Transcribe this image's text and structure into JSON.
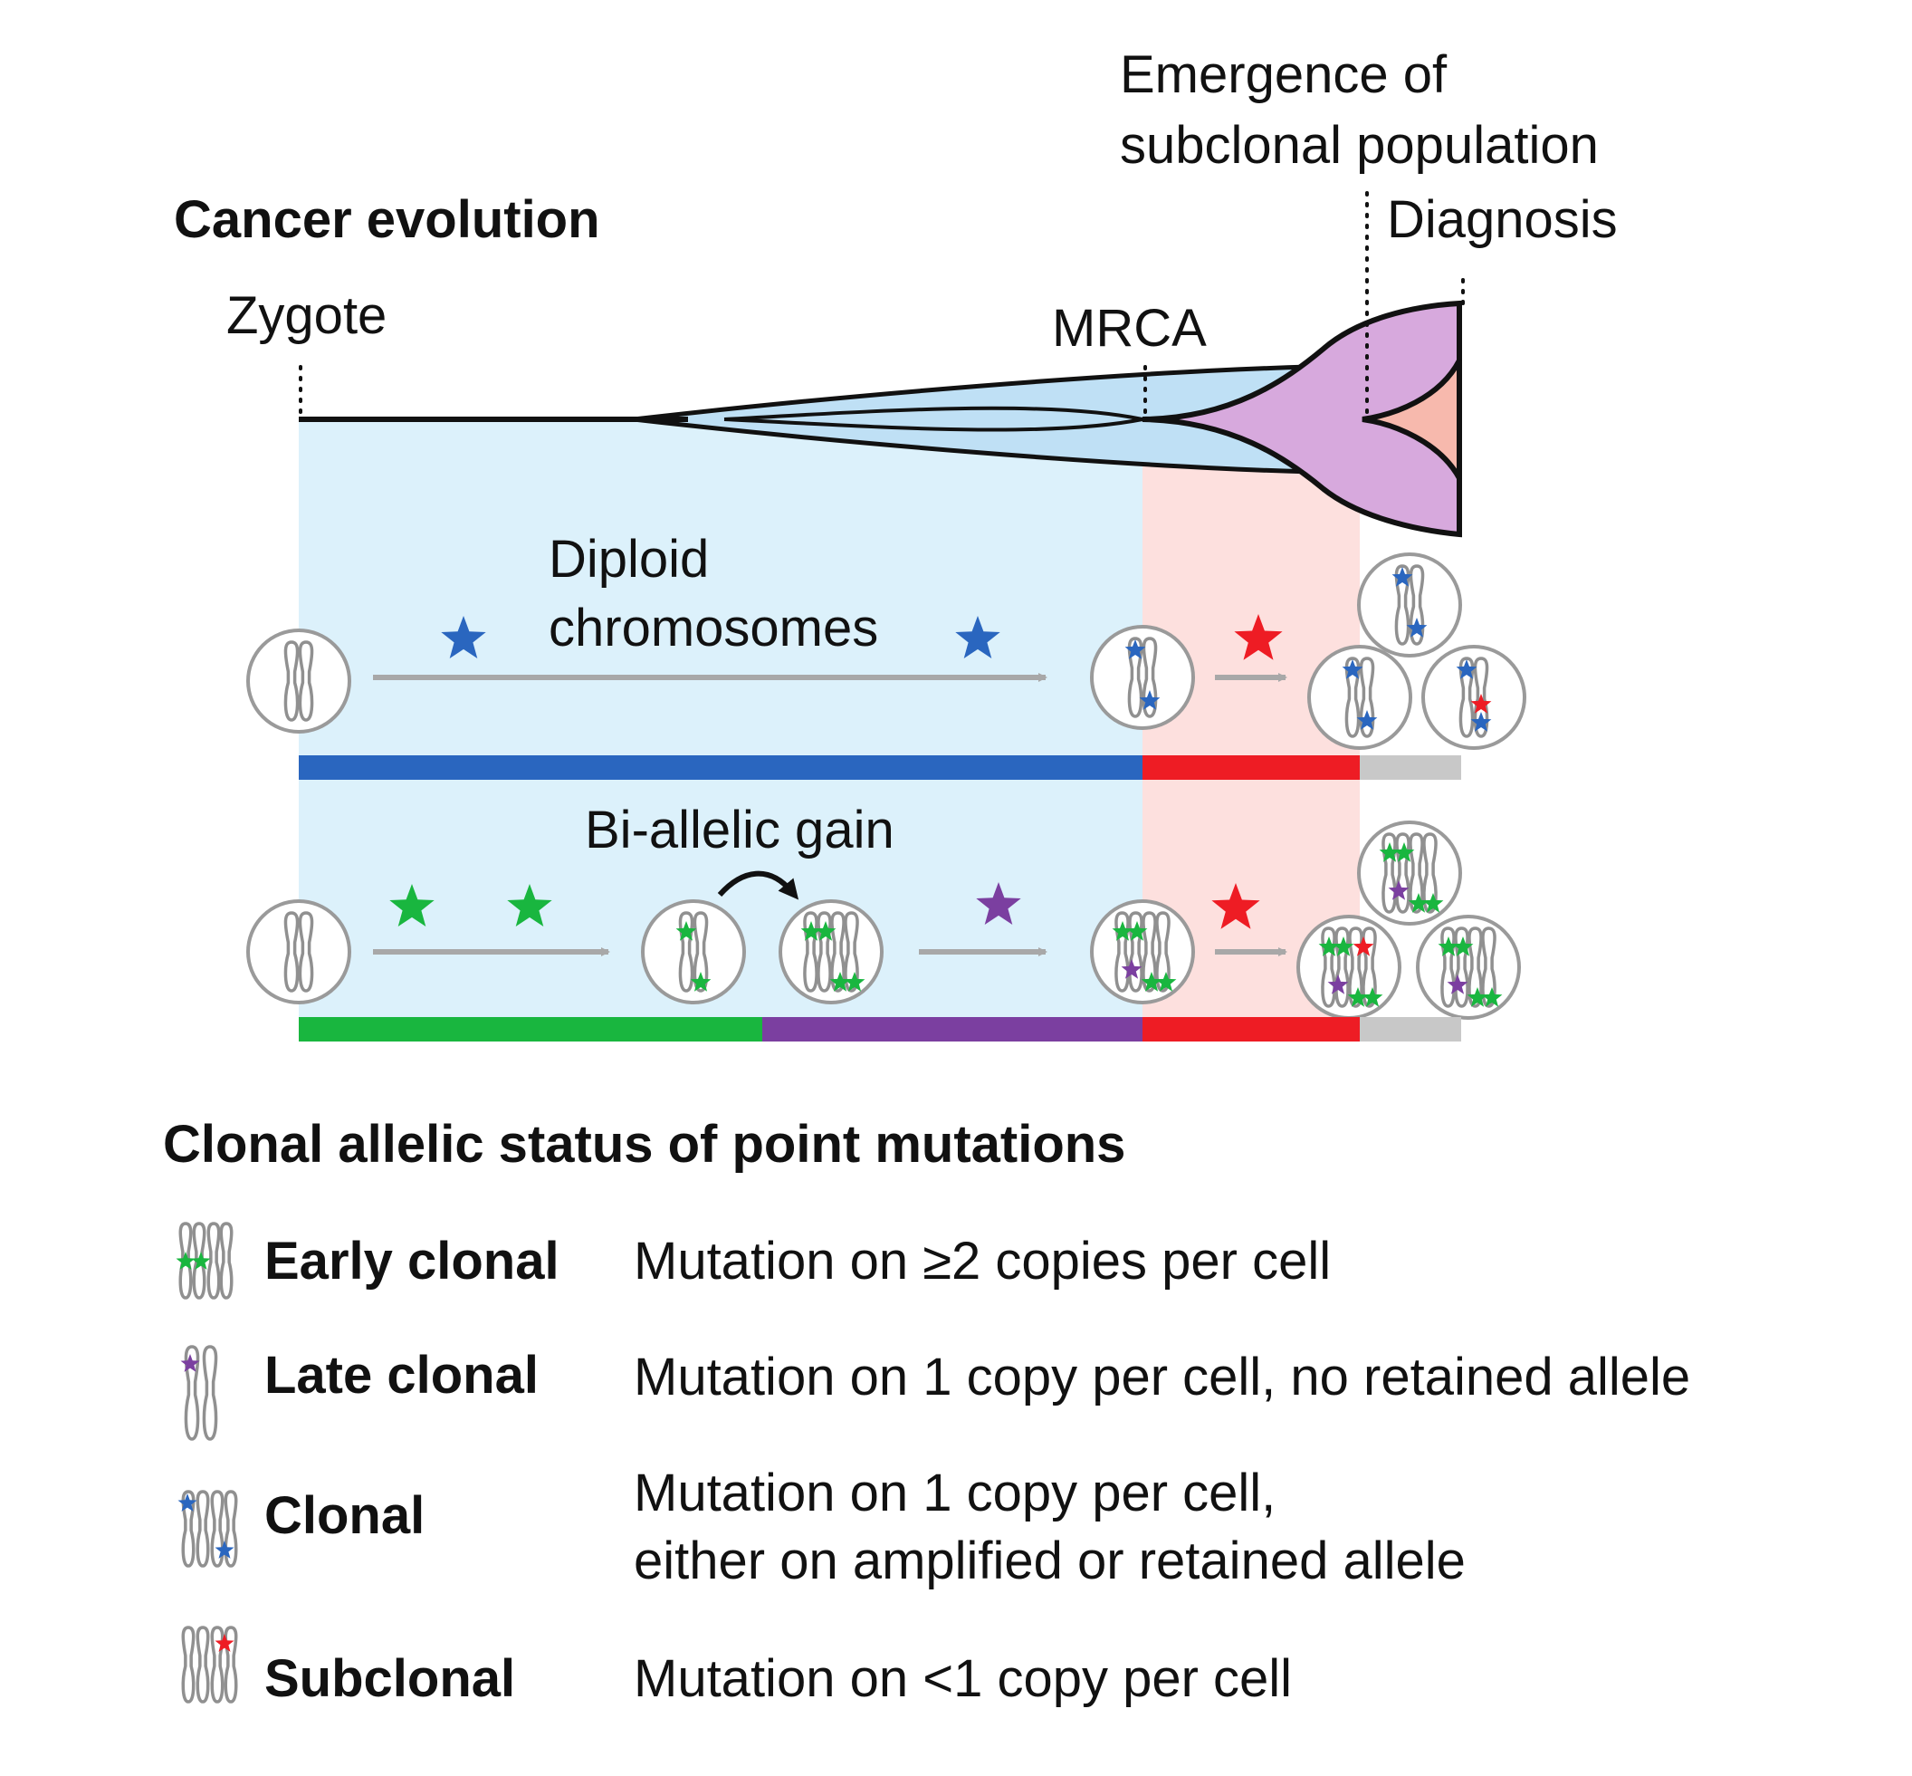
{
  "diagram": {
    "title": "Cancer evolution",
    "timeline": {
      "zygote": "Zygote",
      "mrca": "MRCA",
      "emergence_line1": "Emergence of",
      "emergence_line2": "subclonal population",
      "diagnosis": "Diagnosis"
    },
    "rows": [
      {
        "label_line1": "Diploid",
        "label_line2": "chromosomes"
      },
      {
        "label": "Bi-allelic gain"
      }
    ],
    "colors": {
      "early_clonal": "#19b63f",
      "late_clonal": "#7b3fa0",
      "clonal": "#2a66bf",
      "subclonal": "#ee1c24",
      "background_clonal": "#dcf1fb",
      "background_subclonal": "#fde0de",
      "trunk_blue": "#bfe0f5",
      "branch_purple": "#d7a9dd",
      "branch_pink": "#f7b9ad",
      "undetermined_gray": "#c8c8c8"
    }
  },
  "legend": {
    "title": "Clonal allelic status of point mutations",
    "items": [
      {
        "name": "Early clonal",
        "icon": "chromosome-pair-two-mutations-icon",
        "desc_line1": "Mutation on ≥2 copies per cell",
        "desc_line2": ""
      },
      {
        "name": "Late clonal",
        "icon": "chromosome-single-mutation-icon",
        "desc_line1": "Mutation on 1 copy per cell, no retained allele",
        "desc_line2": ""
      },
      {
        "name": "Clonal",
        "icon": "chromosome-pair-one-mutation-icon",
        "desc_line1": "Mutation on 1 copy per cell,",
        "desc_line2": "either on amplified or retained allele"
      },
      {
        "name": "Subclonal",
        "icon": "chromosome-pair-subclonal-icon",
        "desc_line1": "Mutation on <1 copy per cell",
        "desc_line2": ""
      }
    ]
  }
}
